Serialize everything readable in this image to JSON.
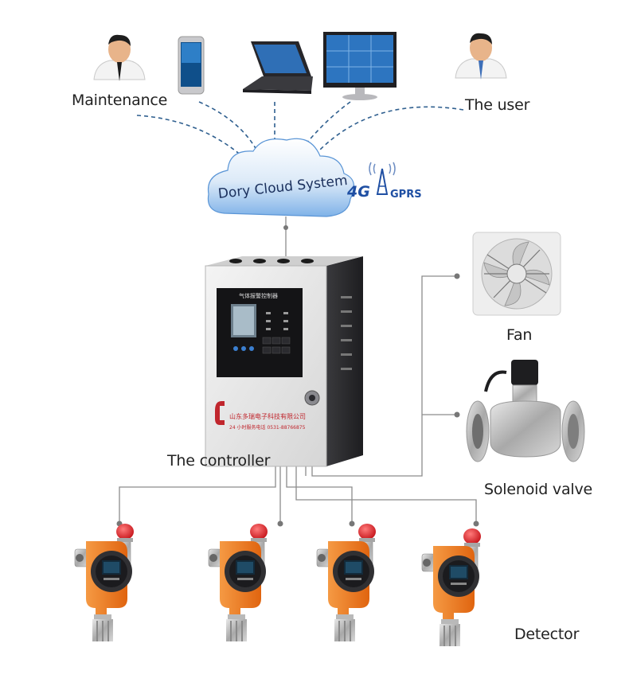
{
  "nodes": {
    "maintenance": "Maintenance",
    "user": "The user",
    "cloud": "Dory Cloud System",
    "network_4g": "4G",
    "network_gprs": "GPRS",
    "controller": "The controller",
    "fan": "Fan",
    "valve": "Solenoid valve",
    "detector": "Detector"
  },
  "controller_panel": {
    "company": "山东多瑞电子科技有限公司",
    "service_line": "24 小时服务电话 0531-88766875",
    "panel_title": "气体报警控制器"
  },
  "colors": {
    "cloud_blue": "#3a86d6",
    "link_dash": "#2f5f8f",
    "detector_orange": "#f07a1a",
    "alarm_red": "#e3262b",
    "wire_gray": "#8c8c8c"
  },
  "icons": [
    "maintenance-person-icon",
    "smartphone-icon",
    "laptop-icon",
    "desktop-monitor-icon",
    "user-person-icon",
    "antenna-icon",
    "fan-icon",
    "solenoid-valve-icon",
    "gas-detector-icon"
  ]
}
